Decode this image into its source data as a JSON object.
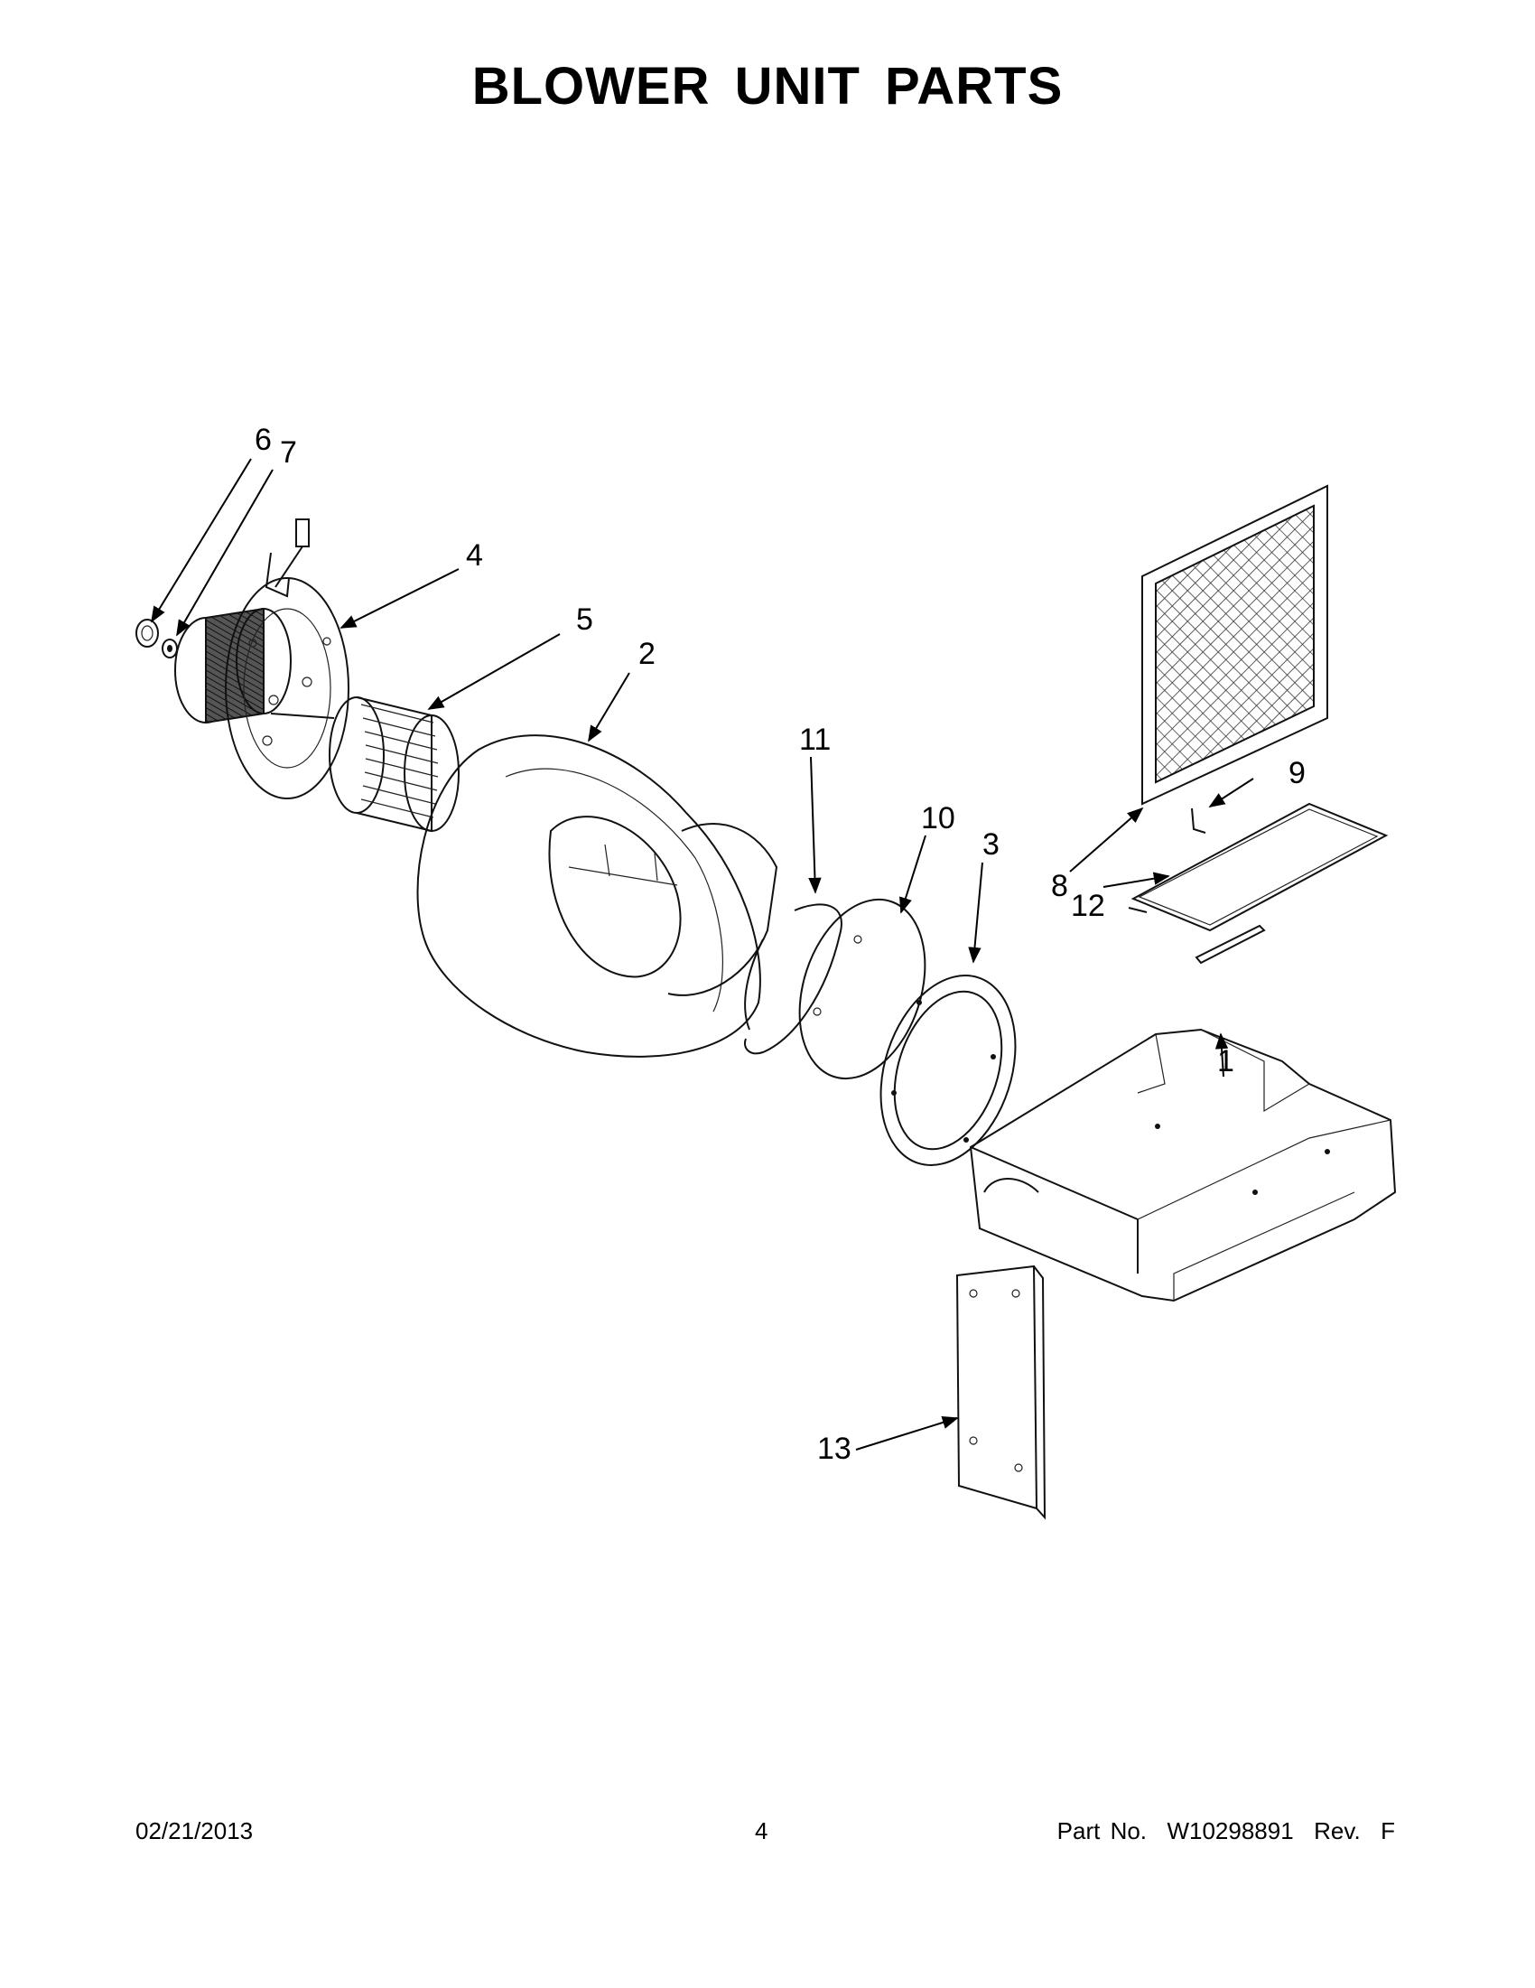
{
  "title": "BLOWER UNIT PARTS",
  "callouts": [
    {
      "id": "6",
      "label": "6"
    },
    {
      "id": "7",
      "label": "7"
    },
    {
      "id": "4",
      "label": "4"
    },
    {
      "id": "5",
      "label": "5"
    },
    {
      "id": "2",
      "label": "2"
    },
    {
      "id": "11",
      "label": "11"
    },
    {
      "id": "10",
      "label": "10"
    },
    {
      "id": "3",
      "label": "3"
    },
    {
      "id": "9",
      "label": "9"
    },
    {
      "id": "8",
      "label": "8"
    },
    {
      "id": "12",
      "label": "12"
    },
    {
      "id": "1",
      "label": "1"
    },
    {
      "id": "13",
      "label": "13"
    }
  ],
  "footer": {
    "date": "02/21/2013",
    "page": "4",
    "part": "Part No.  W10298891  Rev.  F"
  }
}
